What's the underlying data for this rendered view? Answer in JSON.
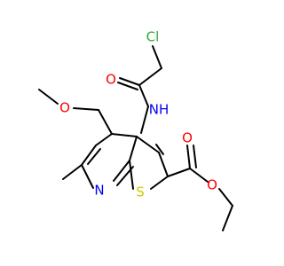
{
  "molecule": {
    "atoms": {
      "chlorine": {
        "label": "Cl",
        "color": "#33aa33"
      },
      "carbonyl_oxygen_amide": {
        "label": "O",
        "color": "#ff0000"
      },
      "amide_nitrogen": {
        "label": "NH",
        "color": "#0000ff"
      },
      "methoxy_oxygen": {
        "label": "O",
        "color": "#ff0000"
      },
      "ester_carbonyl_oxygen": {
        "label": "O",
        "color": "#ff0000"
      },
      "ester_single_oxygen": {
        "label": "O",
        "color": "#ff0000"
      },
      "pyridine_nitrogen": {
        "label": "N",
        "color": "#0000ff"
      },
      "thiophene_sulfur": {
        "label": "S",
        "color": "#cccc00"
      }
    }
  }
}
